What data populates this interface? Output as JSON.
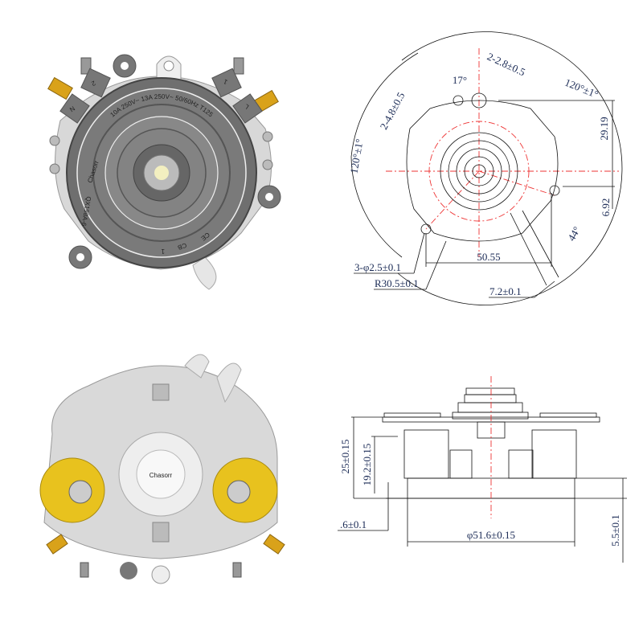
{
  "product_top_view": {
    "rating_text": "10A 250V~  13A  250V~  50/60Hz  T125",
    "brand": "Chasorr",
    "model": "QX198A-6",
    "terminal_labels": [
      "N",
      "2",
      "1",
      "L"
    ],
    "mark_1": "1",
    "mark_cb": "CB",
    "mark_ce": "CE",
    "colors": {
      "housing": "#6f6f6f",
      "terminal": "#d9a21a",
      "plate": "#d8d8d8"
    }
  },
  "product_bottom_view": {
    "brand": "Chasorr",
    "colors": {
      "contact": "#e8c21e",
      "plate": "#d9d9d9"
    }
  },
  "top_drawing": {
    "dims": {
      "angle_left": "120°±1°",
      "angle_right": "120°±1°",
      "slot_top": "2-2.8±0.5",
      "slot_left": "2-4.8±0.5",
      "angle_17": "17°",
      "angle_44": "44°",
      "height_29": "29.19",
      "height_6": "6.92",
      "width_50": "50.55",
      "holes": "3-φ2.5±0.1",
      "radius": "R30.5±0.1",
      "tab_width": "7.2±0.1"
    },
    "colors": {
      "centerline": "#ee3333",
      "dim_text": "#1a2a55"
    }
  },
  "side_drawing": {
    "dims": {
      "height_25": "25±0.15",
      "height_19": "19.2±0.15",
      "offset": ".6±0.1",
      "diameter": "φ51.6±0.15",
      "base_height": "5.5±0.1"
    }
  }
}
